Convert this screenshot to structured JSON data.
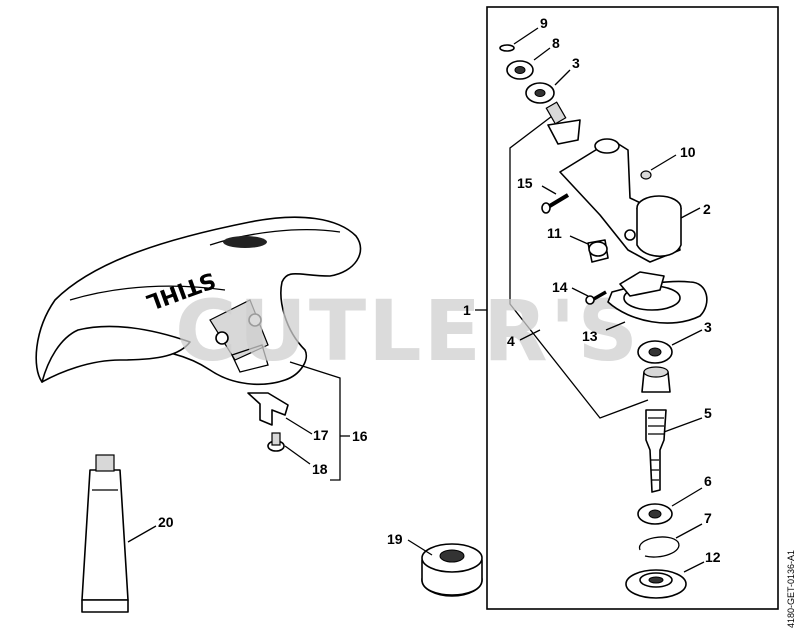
{
  "watermark": "CUTLER'S",
  "brand_logo": "STIHL",
  "document_id": "4180-GET-0136-A1",
  "callouts": {
    "c1": "1",
    "c2": "2",
    "c3a": "3",
    "c3b": "3",
    "c4": "4",
    "c5": "5",
    "c6": "6",
    "c7": "7",
    "c8": "8",
    "c9": "9",
    "c10": "10",
    "c11": "11",
    "c12": "12",
    "c13": "13",
    "c14": "14",
    "c15": "15",
    "c16": "16",
    "c17": "17",
    "c18": "18",
    "c19": "19",
    "c20": "20"
  }
}
